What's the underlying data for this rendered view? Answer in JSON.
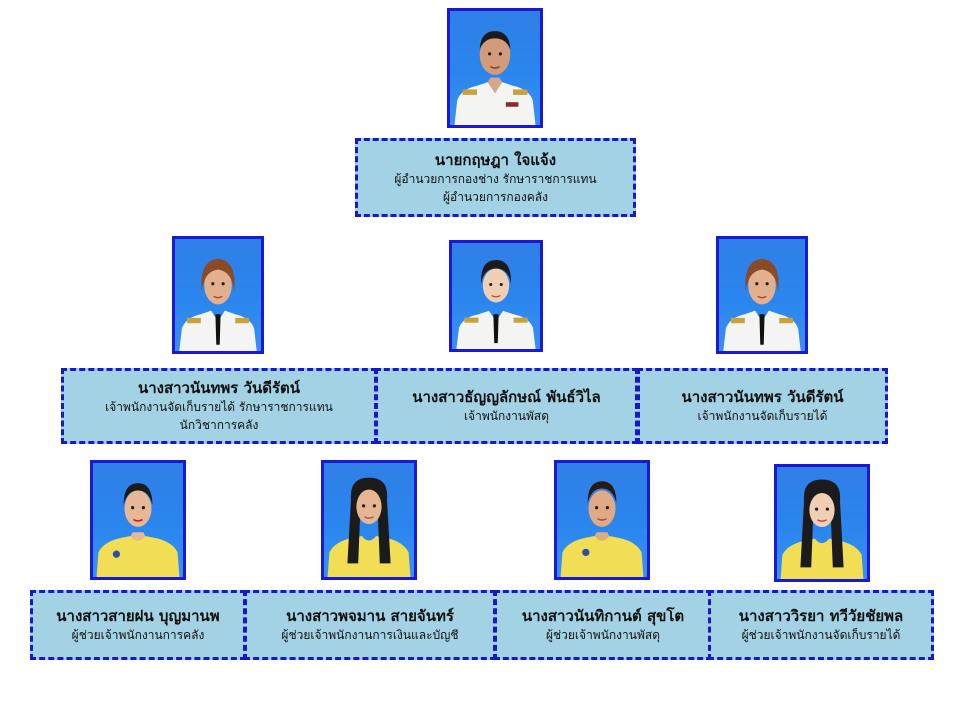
{
  "chart": {
    "level1": [
      {
        "name": "นายกฤษฎา  ใจแจ้ง",
        "position_lines": [
          "ผู้อำนวยการกองช่าง รักษาราชการแทน",
          "ผู้อำนวยการกองคลัง"
        ],
        "photo": "officer-uniform-male"
      }
    ],
    "level2": [
      {
        "name": "นางสาวนันทพร  วันดีรัตน์",
        "position_lines": [
          "เจ้าพนักงานจัดเก็บรายได้ รักษาราชการแทน",
          "นักวิชาการคลัง"
        ],
        "photo": "officer-uniform-female"
      },
      {
        "name": "นางสาวธัญญลักษณ์  พันธ์วิไล",
        "position_lines": [
          "เจ้าพนักงานพัสดุ"
        ],
        "photo": "officer-uniform-female"
      },
      {
        "name": "นางสาวนันทพร  วันดีรัตน์",
        "position_lines": [
          "เจ้าพนักงานจัดเก็บรายได้"
        ],
        "photo": "officer-uniform-female"
      }
    ],
    "level3": [
      {
        "name": "นางสาวสายฝน  บุญมานพ",
        "position_lines": [
          "ผู้ช่วยเจ้าพนักงานการคลัง"
        ],
        "photo": "staff-yellow-shirt"
      },
      {
        "name": "นางสาวพจมาน  สายจันทร์",
        "position_lines": [
          "ผู้ช่วยเจ้าพนักงานการเงินและบัญชี"
        ],
        "photo": "staff-yellow-shirt"
      },
      {
        "name": "นางสาวนันทิกานต์  สุขโต",
        "position_lines": [
          "ผู้ช่วยเจ้าพนักงานพัสดุ"
        ],
        "photo": "staff-yellow-shirt"
      },
      {
        "name": "นางสาววิรยา  ทวีวัยชัยพล",
        "position_lines": [
          "ผู้ช่วยเจ้าพนักงานจัดเก็บรายได้"
        ],
        "photo": "staff-yellow-shirt"
      }
    ]
  },
  "colors": {
    "card_fill": "#a3d2e4",
    "card_border": "#1818c8",
    "photo_bg": "#2f7fe6",
    "photo_border": "#1a1ad6"
  }
}
